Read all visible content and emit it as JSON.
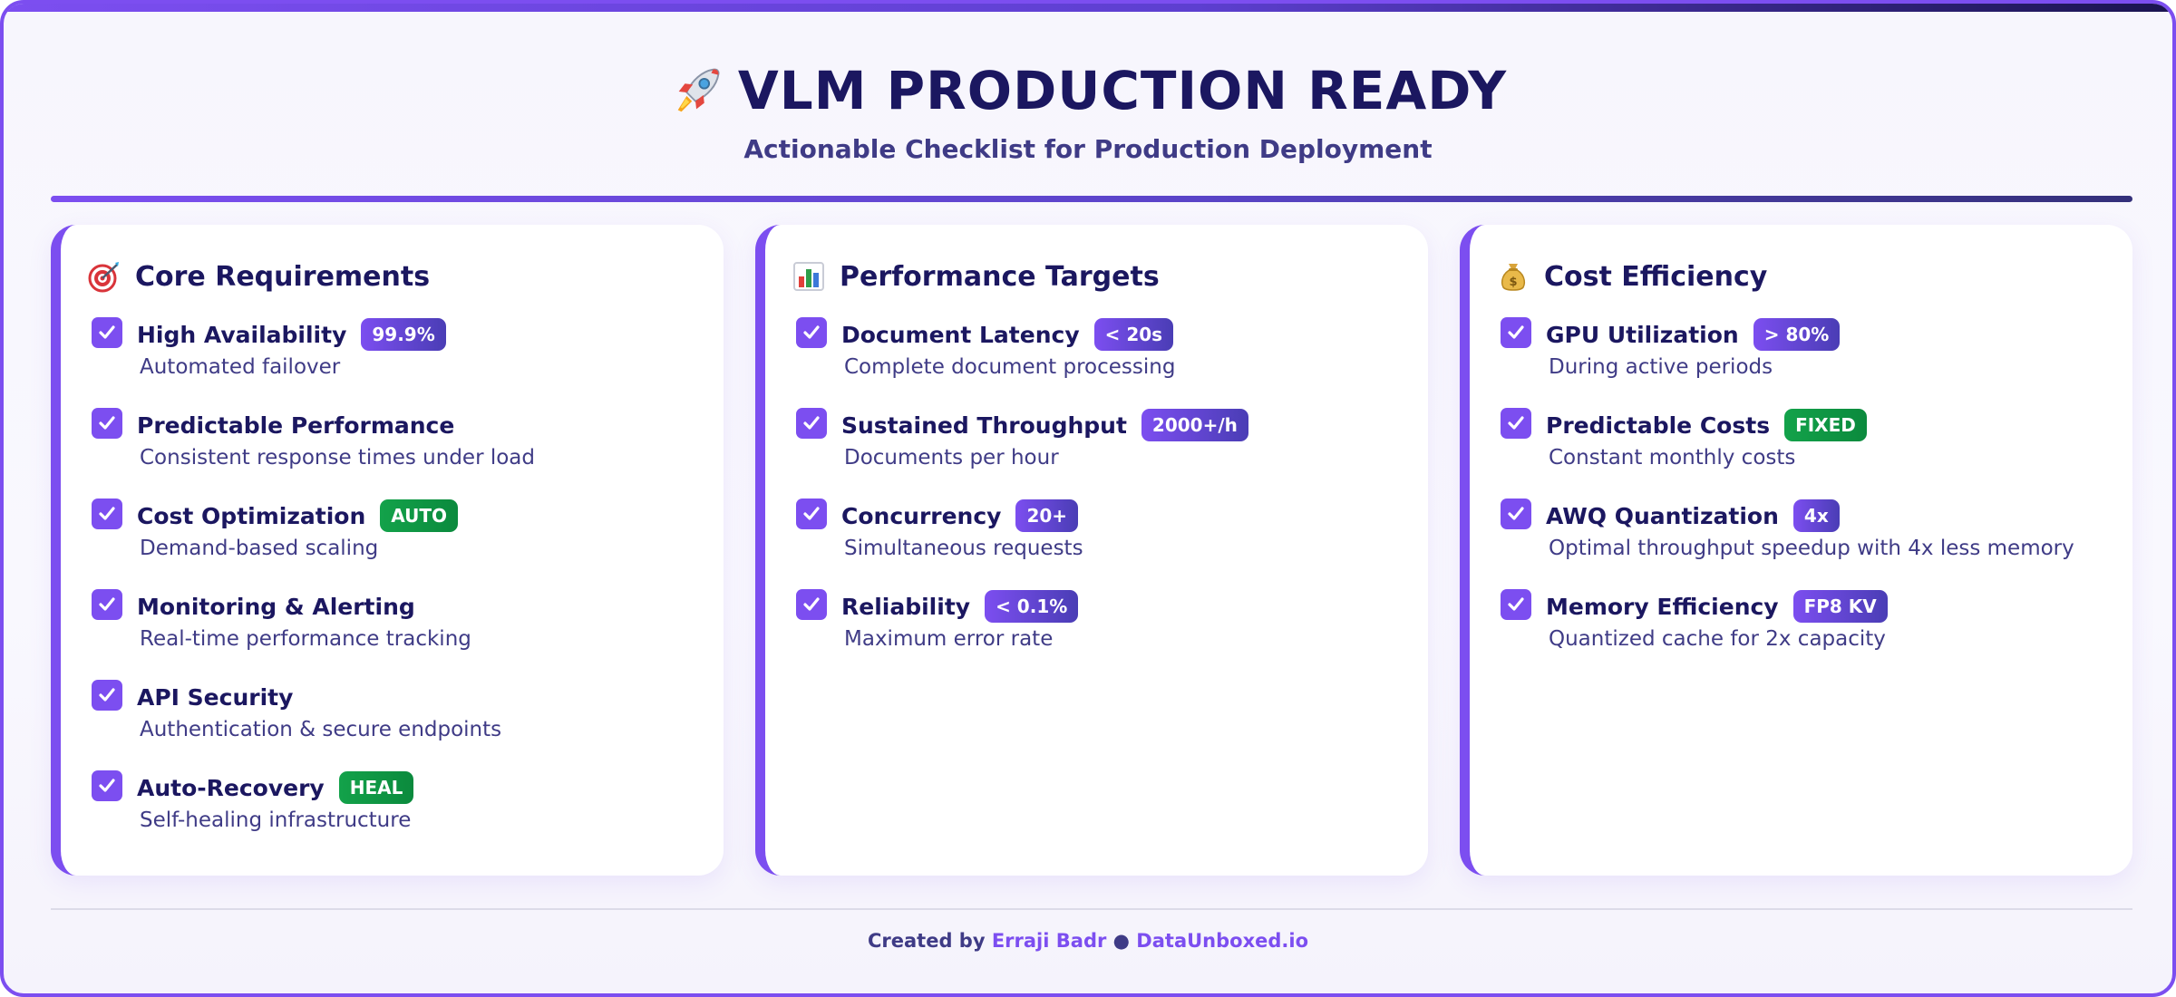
{
  "header": {
    "title": "VLM PRODUCTION READY",
    "subtitle": "Actionable Checklist for Production Deployment",
    "icon": "rocket-icon"
  },
  "colors": {
    "accent": "#7c4ef0",
    "navy": "#1b1760",
    "text": "#3f3b86",
    "green": "#13a24a"
  },
  "cards": [
    {
      "title": "Core Requirements",
      "icon": "target-icon",
      "items": [
        {
          "title": "High Availability",
          "badge": "99.9%",
          "badge_color": "purple",
          "desc": "Automated failover"
        },
        {
          "title": "Predictable Performance",
          "badge": "",
          "desc": "Consistent response times under load"
        },
        {
          "title": "Cost Optimization",
          "badge": "AUTO",
          "badge_color": "green",
          "desc": "Demand-based scaling"
        },
        {
          "title": "Monitoring & Alerting",
          "badge": "",
          "desc": "Real-time performance tracking"
        },
        {
          "title": "API Security",
          "badge": "",
          "desc": "Authentication & secure endpoints"
        },
        {
          "title": "Auto-Recovery",
          "badge": "HEAL",
          "badge_color": "green",
          "desc": "Self-healing infrastructure"
        }
      ]
    },
    {
      "title": "Performance Targets",
      "icon": "bar-chart-icon",
      "items": [
        {
          "title": "Document Latency",
          "badge": "< 20s",
          "badge_color": "purple",
          "desc": "Complete document processing"
        },
        {
          "title": "Sustained Throughput",
          "badge": "2000+/h",
          "badge_color": "purple",
          "desc": "Documents per hour"
        },
        {
          "title": "Concurrency",
          "badge": "20+",
          "badge_color": "purple",
          "desc": "Simultaneous requests"
        },
        {
          "title": "Reliability",
          "badge": "< 0.1%",
          "badge_color": "purple",
          "desc": "Maximum error rate"
        }
      ]
    },
    {
      "title": "Cost Efficiency",
      "icon": "money-bag-icon",
      "items": [
        {
          "title": "GPU Utilization",
          "badge": "> 80%",
          "badge_color": "purple",
          "desc": "During active periods"
        },
        {
          "title": "Predictable Costs",
          "badge": "FIXED",
          "badge_color": "green",
          "desc": "Constant monthly costs"
        },
        {
          "title": "AWQ Quantization",
          "badge": "4x",
          "badge_color": "purple",
          "desc": "Optimal throughput speedup with 4x less memory"
        },
        {
          "title": "Memory Efficiency",
          "badge": "FP8 KV",
          "badge_color": "purple",
          "desc": "Quantized cache for 2x capacity"
        }
      ]
    }
  ],
  "footer": {
    "prefix": "Created by",
    "author": "Erraji Badr",
    "separator": "●",
    "site": "DataUnboxed.io"
  }
}
